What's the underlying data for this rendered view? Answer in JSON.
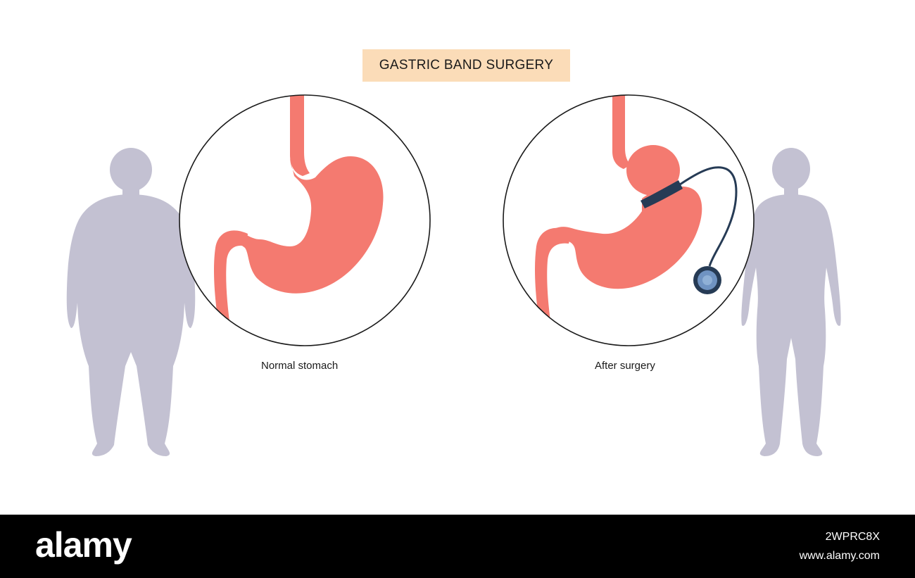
{
  "title": "GASTRIC BAND SURGERY",
  "captions": {
    "left": "Normal stomach",
    "right": "After surgery"
  },
  "footer": {
    "brand": "alamy",
    "image_id": "2WPRC8X",
    "site": "www.alamy.com"
  },
  "colors": {
    "title_bg": "#fbdcb8",
    "stomach": "#f47a70",
    "silhouette": "#c3c1d2",
    "band": "#263b55",
    "port": "#6f93c2",
    "footer_bg": "#000000"
  },
  "icons": [
    "obese-woman-silhouette",
    "slim-woman-silhouette",
    "normal-stomach-illustration",
    "banded-stomach-illustration",
    "gastric-band",
    "access-port"
  ]
}
